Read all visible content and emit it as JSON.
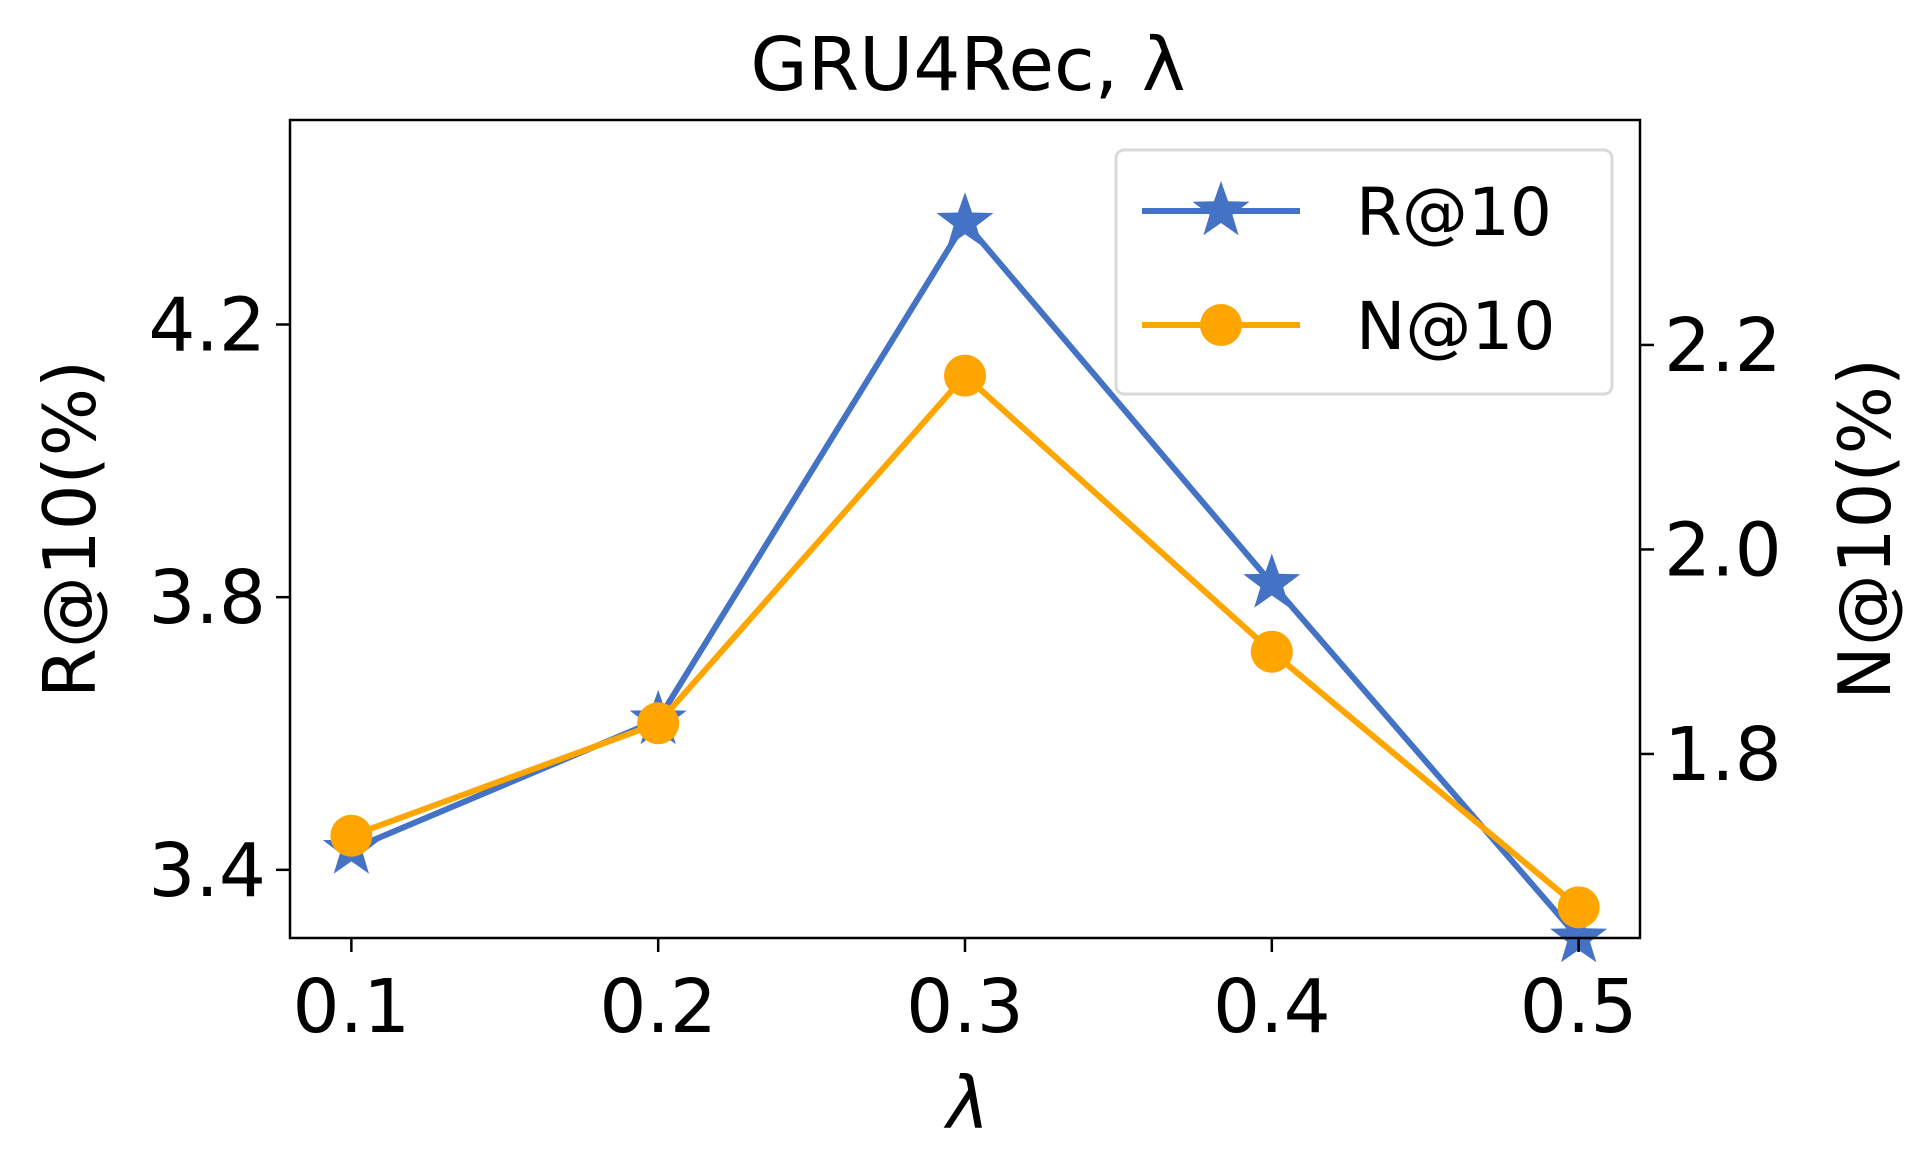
{
  "chart_data": {
    "type": "line",
    "title": "GRU4Rec, λ",
    "xlabel": "λ",
    "ylabel_left": "R@10(%)",
    "ylabel_right": "N@10(%)",
    "categories": [
      "0.1",
      "0.2",
      "0.3",
      "0.4",
      "0.5"
    ],
    "x": [
      0.1,
      0.2,
      0.3,
      0.4,
      0.5
    ],
    "xlim": [
      0.08,
      0.52
    ],
    "ylim_left": [
      3.3,
      4.5
    ],
    "ylim_right": [
      1.62,
      2.42
    ],
    "yticks_left": [
      "3.4",
      "3.8",
      "4.2"
    ],
    "yticks_right": [
      "1.8",
      "2.0",
      "2.2"
    ],
    "grid": false,
    "legend_position": "top-right",
    "series": [
      {
        "name": "R@10",
        "axis": "left",
        "marker": "star",
        "color": "#4472C4",
        "values": [
          3.43,
          3.62,
          4.35,
          3.82,
          3.3
        ]
      },
      {
        "name": "N@10",
        "axis": "right",
        "marker": "circle",
        "color": "#FFA500",
        "values": [
          1.72,
          1.83,
          2.17,
          1.9,
          1.65
        ]
      }
    ]
  }
}
